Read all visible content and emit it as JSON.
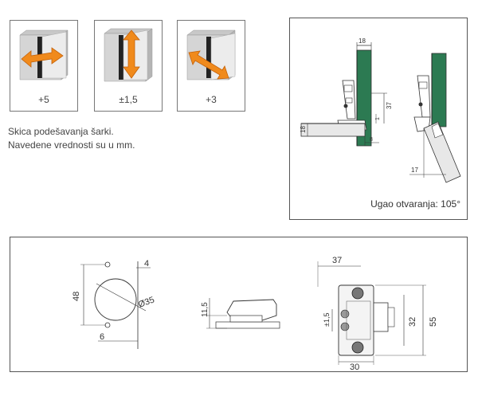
{
  "adjustments": [
    {
      "label": "+5"
    },
    {
      "label": "±1,5"
    },
    {
      "label": "+3"
    }
  ],
  "notes": {
    "line1": "Skica podešavanja šarki.",
    "line2": "Navedene vrednosti su u mm."
  },
  "opening": {
    "label": "Ugao otvaranja: 105°",
    "dims": {
      "d18_top": "18",
      "d37": "37",
      "d1": "1",
      "d18_side": "18",
      "d8": "8",
      "d17": "17"
    }
  },
  "drawings": {
    "cup_48": "48",
    "cup_4": "4",
    "cup_d35": "Ø35",
    "cup_6": "6",
    "side_11_5": "11,5",
    "plate_37": "37",
    "plate_pm15": "±1,5",
    "plate_32": "32",
    "plate_55": "55",
    "plate_30": "30"
  },
  "colors": {
    "arrow": "#f08a1c",
    "glass": "#2c7a52",
    "outline": "#555555",
    "panel": "#e0e0e0"
  }
}
